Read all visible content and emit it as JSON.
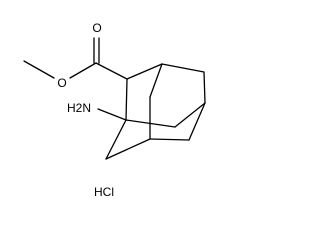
{
  "molecule": {
    "atom_labels": {
      "carbonyl_oxygen": "O",
      "ester_oxygen": "O",
      "amine": "H2N",
      "salt": "HCl"
    },
    "colors": {
      "bond": "#000000",
      "text": "#000000",
      "background": "#ffffff"
    }
  }
}
